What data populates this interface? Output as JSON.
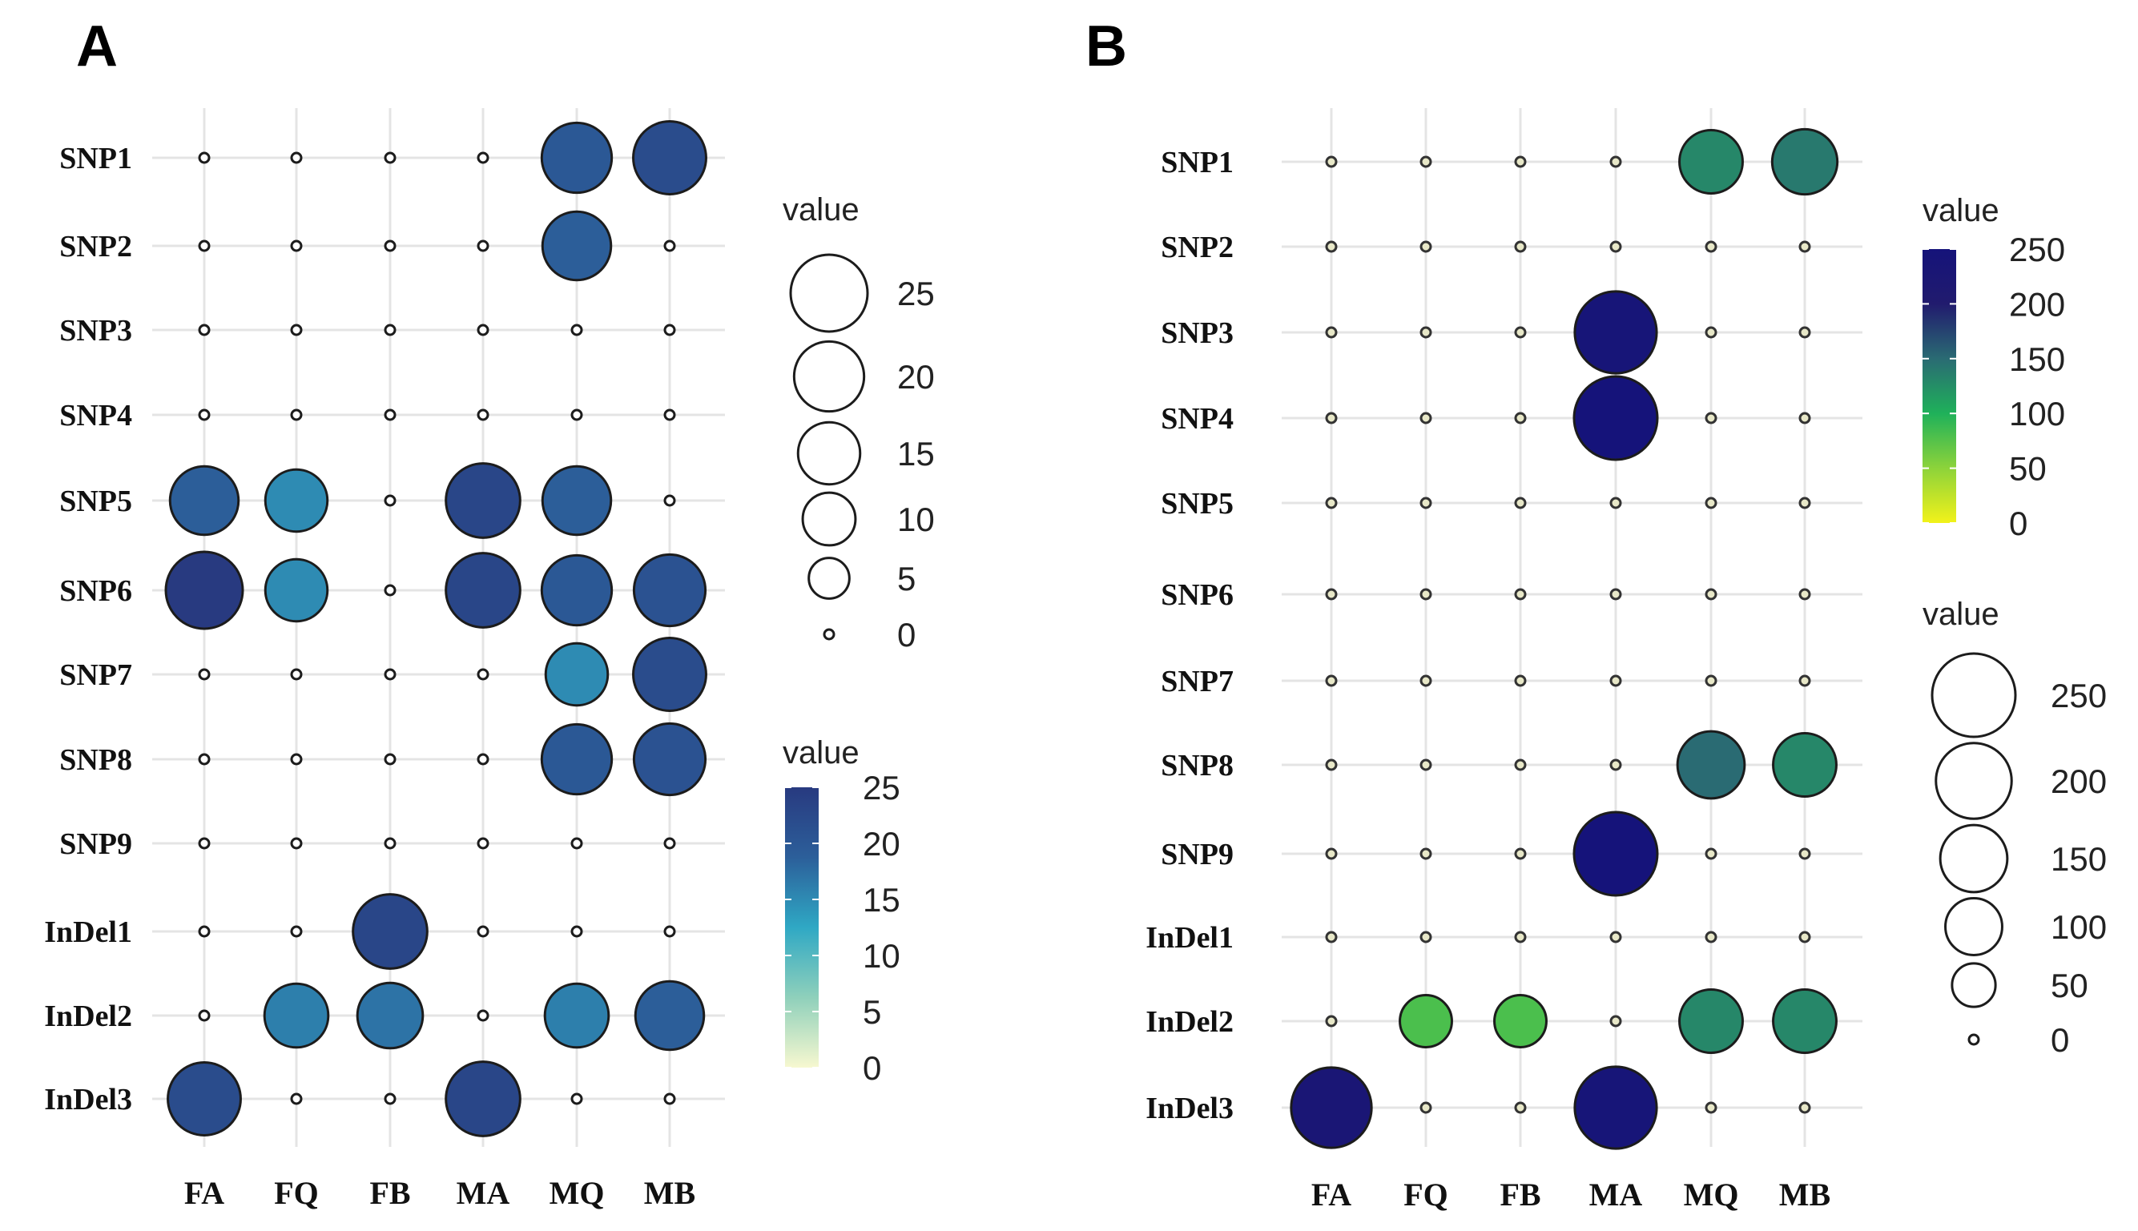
{
  "panels": [
    {
      "letter": "A",
      "chart_data": {
        "type": "bubble",
        "rows": [
          "SNP1",
          "SNP2",
          "SNP3",
          "SNP4",
          "SNP5",
          "SNP6",
          "SNP7",
          "SNP8",
          "SNP9",
          "InDel1",
          "InDel2",
          "InDel3"
        ],
        "columns": [
          "FA",
          "FQ",
          "FB",
          "MA",
          "MQ",
          "MB"
        ],
        "values": [
          [
            0,
            0,
            0,
            0,
            20,
            22
          ],
          [
            0,
            0,
            0,
            0,
            19,
            0
          ],
          [
            0,
            0,
            0,
            0,
            0,
            0
          ],
          [
            0,
            0,
            0,
            0,
            0,
            0
          ],
          [
            19,
            15,
            0,
            23,
            19,
            0
          ],
          [
            25,
            15,
            0,
            23,
            20,
            21
          ],
          [
            0,
            0,
            0,
            0,
            15,
            22
          ],
          [
            0,
            0,
            0,
            0,
            20,
            21
          ],
          [
            0,
            0,
            0,
            0,
            0,
            0
          ],
          [
            0,
            0,
            23,
            0,
            0,
            0
          ],
          [
            0,
            16,
            17,
            0,
            16,
            19
          ],
          [
            22,
            0,
            0,
            23,
            0,
            0
          ]
        ],
        "size_legend": {
          "title": "value",
          "ticks": [
            25,
            20,
            15,
            10,
            5,
            0
          ]
        },
        "color_legend": {
          "title": "value",
          "ticks": [
            25,
            20,
            15,
            10,
            5,
            0
          ],
          "range": [
            0,
            25
          ]
        },
        "colors": [
          "#f7f8d0",
          "#8fd0bb",
          "#2fa8c4",
          "#2c5f9a",
          "#283a80"
        ],
        "grid": true
      }
    },
    {
      "letter": "B",
      "chart_data": {
        "type": "bubble",
        "rows": [
          "SNP1",
          "SNP2",
          "SNP3",
          "SNP4",
          "SNP5",
          "SNP6",
          "SNP7",
          "SNP8",
          "SNP9",
          "InDel1",
          "InDel2",
          "InDel3"
        ],
        "columns": [
          "FA",
          "FQ",
          "FB",
          "MA",
          "MQ",
          "MB"
        ],
        "values": [
          [
            0,
            0,
            0,
            0,
            130,
            140
          ],
          [
            0,
            0,
            0,
            0,
            0,
            0
          ],
          [
            0,
            0,
            0,
            240,
            0,
            0
          ],
          [
            0,
            0,
            0,
            250,
            0,
            0
          ],
          [
            0,
            0,
            0,
            0,
            0,
            0
          ],
          [
            0,
            0,
            0,
            0,
            0,
            0
          ],
          [
            0,
            0,
            0,
            0,
            0,
            0
          ],
          [
            0,
            0,
            0,
            0,
            150,
            130
          ],
          [
            0,
            0,
            0,
            250,
            0,
            0
          ],
          [
            0,
            0,
            0,
            0,
            0,
            0
          ],
          [
            0,
            80,
            80,
            0,
            130,
            130
          ],
          [
            230,
            0,
            0,
            240,
            0,
            0
          ]
        ],
        "color_legend": {
          "title": "value",
          "ticks": [
            250,
            200,
            150,
            100,
            50,
            0
          ],
          "range": [
            0,
            250
          ]
        },
        "size_legend": {
          "title": "value",
          "ticks": [
            250,
            200,
            150,
            100,
            50,
            0
          ]
        },
        "colors": [
          "#f2f21a",
          "#8dd33a",
          "#1fb15a",
          "#2a6b73",
          "#211b6e",
          "#15137a"
        ],
        "grid": true
      }
    }
  ]
}
